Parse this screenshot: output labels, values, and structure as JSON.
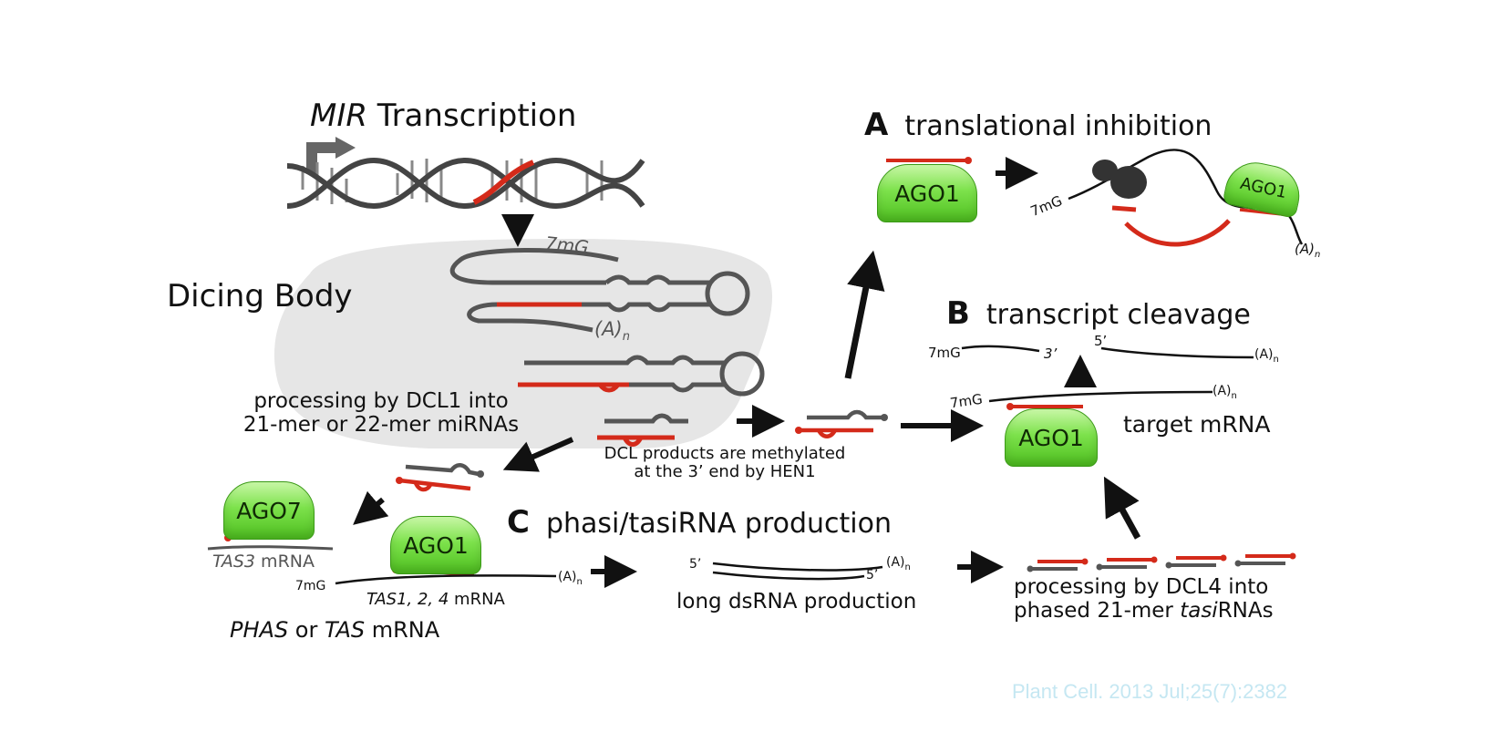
{
  "labels": {
    "mir_italic": "MIR",
    "transcription": " Transcription",
    "dicing_body": "Dicing Body",
    "seven_mg": "7mG",
    "poly_a_base": "(A)",
    "poly_a_sub": "n",
    "processing_dcl1_1": "processing by DCL1 into",
    "processing_dcl1_2": "21-mer or 22-mer miRNAs",
    "methylated_1": "DCL products are methylated",
    "methylated_2": "at the 3’ end by HEN1",
    "five_prime": "5’",
    "three_prime": "3’",
    "target_mrna": "target mRNA",
    "tas3_italic": "TAS3",
    "tas3_rest": " mRNA",
    "tas124_italic": "TAS1, 2, 4",
    "tas124_rest": " mRNA",
    "phas_italic": "PHAS",
    "phas_or": " or ",
    "tas_italic": "TAS",
    "phas_rest": " mRNA",
    "long_dsrna": "long dsRNA production",
    "dcl4_1": "processing by DCL4 into",
    "dcl4_2_pre": "phased 21-mer ",
    "dcl4_2_italic": "tasi",
    "dcl4_2_post": "RNAs"
  },
  "sections": {
    "a": {
      "letter": "A",
      "title": "translational inhibition"
    },
    "b": {
      "letter": "B",
      "title": "transcript cleavage"
    },
    "c": {
      "letter": "C",
      "title": "phasi/tasiRNA production"
    }
  },
  "proteins": {
    "ago1": "AGO1",
    "ago7": "AGO7"
  },
  "credit": "Plant Cell. 2013 Jul;25(7):2382",
  "colors": {
    "rna_red": "#d42a1a",
    "rna_grey": "#555555",
    "dicing_body": "#e6e6e6",
    "ago_green": "#7de24c",
    "credit": "#c5e7f2"
  }
}
